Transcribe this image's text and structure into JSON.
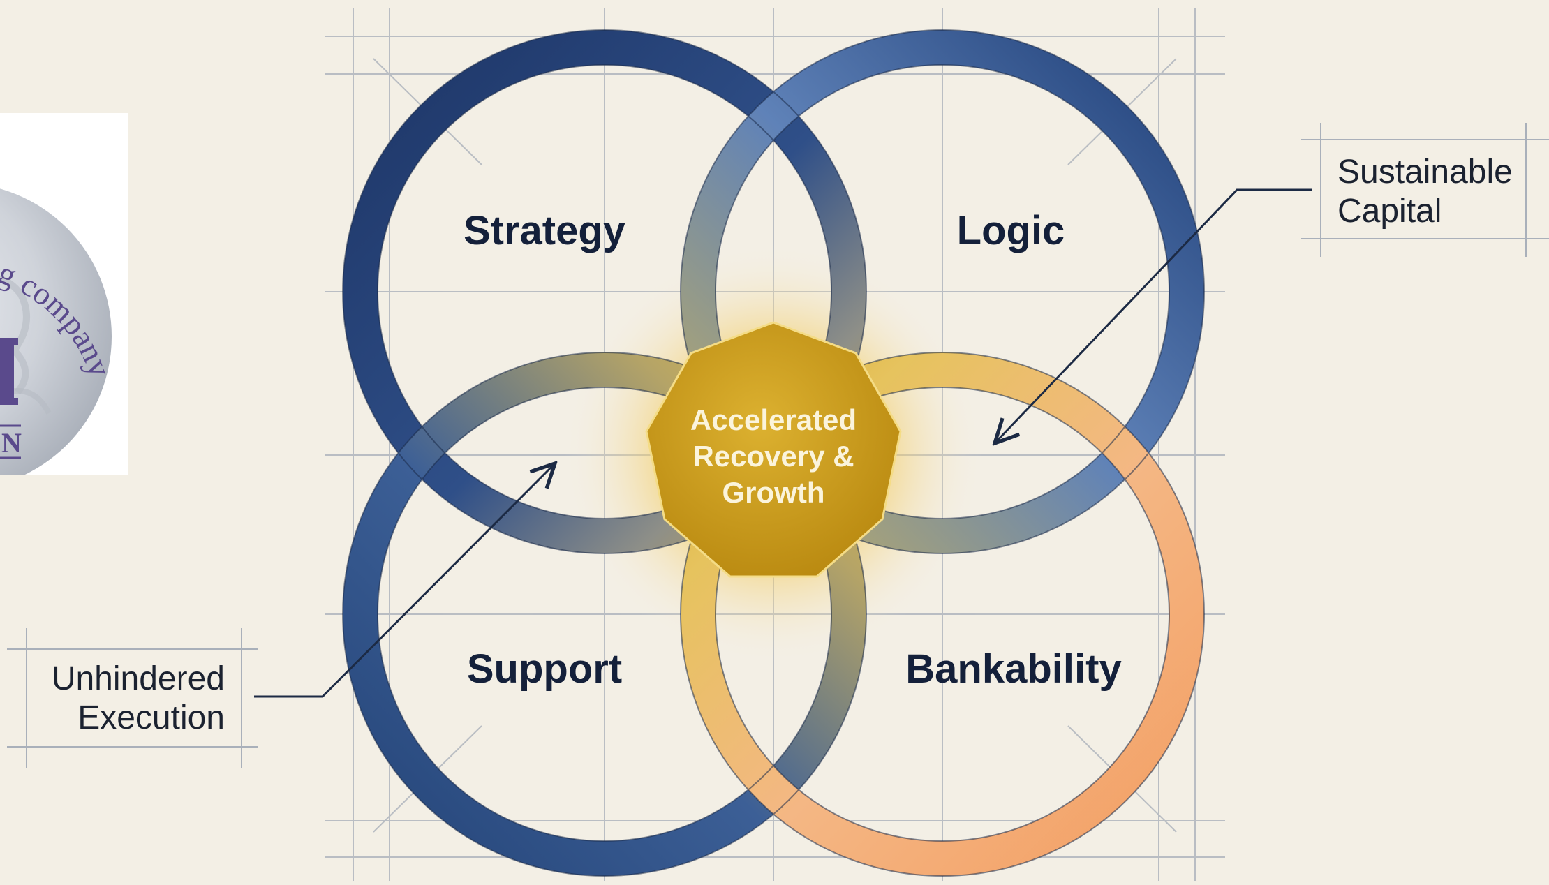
{
  "logo": {
    "arc_text": "g company",
    "emblem_letters": "N"
  },
  "diagram": {
    "circles": [
      {
        "id": "strategy",
        "label": "Strategy"
      },
      {
        "id": "logic",
        "label": "Logic"
      },
      {
        "id": "support",
        "label": "Support"
      },
      {
        "id": "bankability",
        "label": "Bankability"
      }
    ],
    "center": {
      "lines": [
        "Accelerated",
        "Recovery &",
        "Growth"
      ]
    },
    "callouts": {
      "sustainable_capital": {
        "line1": "Sustainable",
        "line2": "Capital"
      },
      "unhindered_execution": {
        "line1": "Unhindered",
        "line2": "Execution"
      }
    }
  },
  "colors": {
    "background": "#f3efe5",
    "navy": "#1f3a6b",
    "steel_blue": "#4a6fa8",
    "gold": "#d8ac2c",
    "orange": "#f2a46a",
    "center_fill": "#c99a17",
    "grid_line": "#8a96a8"
  }
}
